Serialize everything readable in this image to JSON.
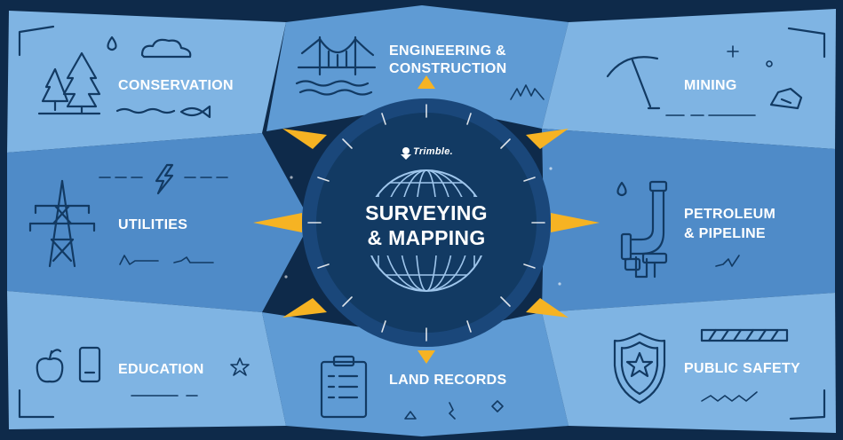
{
  "brand": {
    "logo_text": "Trimble."
  },
  "center": {
    "line1": "SURVEYING",
    "line2": "& MAPPING"
  },
  "sectors": {
    "conservation": "CONSERVATION",
    "engineering_line1": "ENGINEERING &",
    "engineering_line2": "CONSTRUCTION",
    "mining": "MINING",
    "utilities": "UTILITIES",
    "petroleum_line1": "PETROLEUM",
    "petroleum_line2": "& PIPELINE",
    "education": "EDUCATION",
    "land_records": "LAND RECORDS",
    "public_safety": "PUBLIC SAFETY"
  },
  "colors": {
    "background": "#0e2a4a",
    "panel_light": "#7fb4e3",
    "panel_mid": "#5f9bd4",
    "panel_dark": "#4d87c4",
    "center_disc": "#123a63",
    "accent": "#f6b323",
    "icon_stroke": "#123a63"
  },
  "icons": [
    "pine-trees-icon",
    "cloud-icon",
    "fish-icon",
    "water-drop-icon",
    "bridge-icon",
    "pickaxe-icon",
    "rock-icon",
    "power-tower-icon",
    "lightning-icon",
    "pipe-icon",
    "apple-icon",
    "tablet-icon",
    "star-icon",
    "clipboard-icon",
    "shield-icon",
    "barrier-icon",
    "globe-icon"
  ]
}
